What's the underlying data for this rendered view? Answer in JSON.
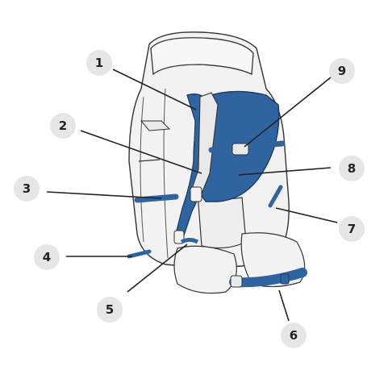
{
  "diagram": {
    "callouts": [
      {
        "number": "1"
      },
      {
        "number": "2"
      },
      {
        "number": "3"
      },
      {
        "number": "4"
      },
      {
        "number": "5"
      },
      {
        "number": "6"
      },
      {
        "number": "7"
      },
      {
        "number": "8"
      },
      {
        "number": "9"
      }
    ],
    "colors": {
      "harness_blue": "#2f64a0",
      "outline": "#333333",
      "pack_fill": "#f2f2f2",
      "badge_bg": "#e6e6e6"
    }
  }
}
